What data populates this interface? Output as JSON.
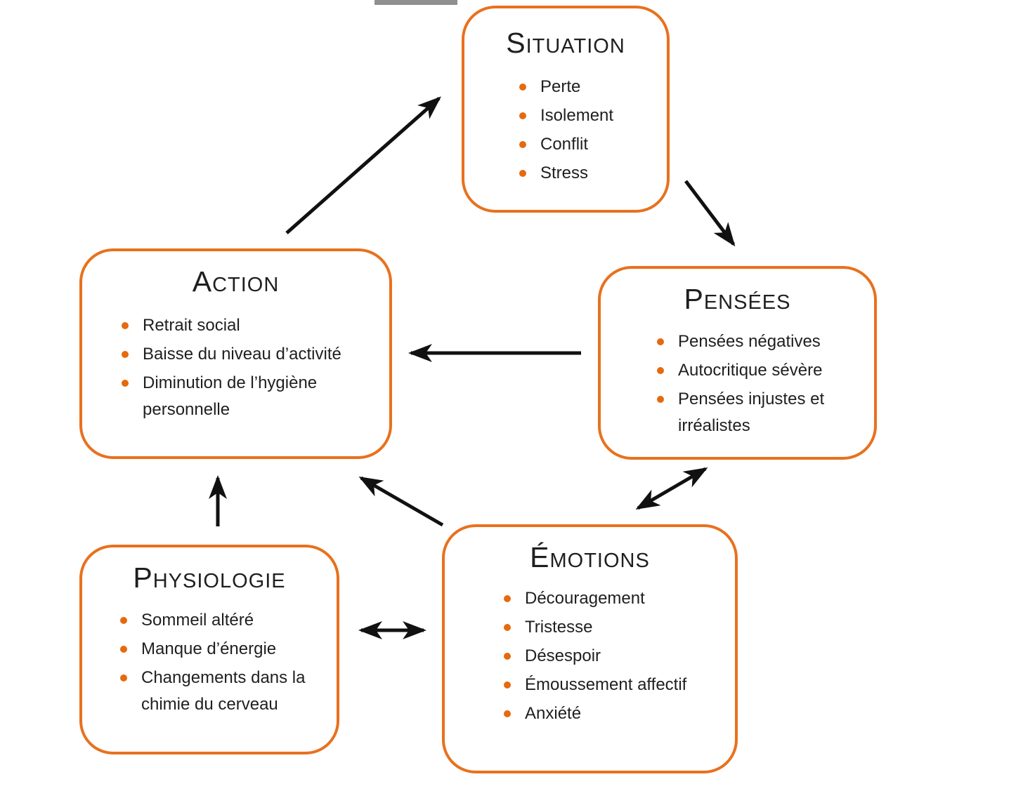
{
  "colors": {
    "background": "#FFFFFF",
    "orange_border": "#E8711E",
    "orange_bullet": "#E56A0D",
    "text": "#1F1F1F",
    "arrow": "#111111",
    "artifact_gray": "#909090"
  },
  "boxes": {
    "situation": {
      "title": "Situation",
      "items": [
        "Perte",
        "Isolement",
        "Conflit",
        "Stress"
      ]
    },
    "pensees": {
      "title": "Pensées",
      "items": [
        "Pensées négatives",
        "Autocritique sévère",
        "Pensées injustes et irréalistes"
      ]
    },
    "action": {
      "title": "Action",
      "items": [
        "Retrait social",
        "Baisse du niveau d’activité",
        "Diminution de l’hygiène personnelle"
      ]
    },
    "physiologie": {
      "title": "Physiologie",
      "items": [
        "Sommeil altéré",
        "Manque d’énergie",
        "Changements dans la chimie du cerveau"
      ]
    },
    "emotions": {
      "title": "Émotions",
      "items": [
        "Découragement",
        "Tristesse",
        "Désespoir",
        "Émoussement affectif",
        "Anxiété"
      ]
    }
  },
  "connections": [
    {
      "from": "action",
      "to": "situation",
      "bidirectional": false
    },
    {
      "from": "situation",
      "to": "pensees",
      "bidirectional": false
    },
    {
      "from": "pensees",
      "to": "action",
      "bidirectional": false
    },
    {
      "from": "pensees",
      "to": "emotions",
      "bidirectional": true
    },
    {
      "from": "emotions",
      "to": "action",
      "bidirectional": false
    },
    {
      "from": "physiologie",
      "to": "action",
      "bidirectional": false
    },
    {
      "from": "physiologie",
      "to": "emotions",
      "bidirectional": true
    }
  ]
}
